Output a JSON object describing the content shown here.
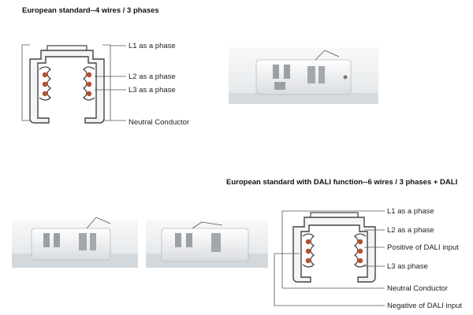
{
  "top_section": {
    "title": "European standard--4 wires / 3 phases",
    "labels": [
      "L1 as a phase",
      "L2 as a phase",
      "L3 as a phase",
      "Neutral Conductor"
    ]
  },
  "bottom_section": {
    "title": "European standard with DALI function--6 wires / 3 phases + DALI",
    "labels": [
      "L1 as a phase",
      "L2 as a phase",
      "Positive of DALI input",
      "L3 as phase",
      "Neutral Conductor",
      "Negative of DALI input"
    ]
  },
  "colors": {
    "conductor": "#b5502a",
    "track_outline": "#444444",
    "leader_line": "#555555",
    "photo_fill": "#eceef0"
  }
}
